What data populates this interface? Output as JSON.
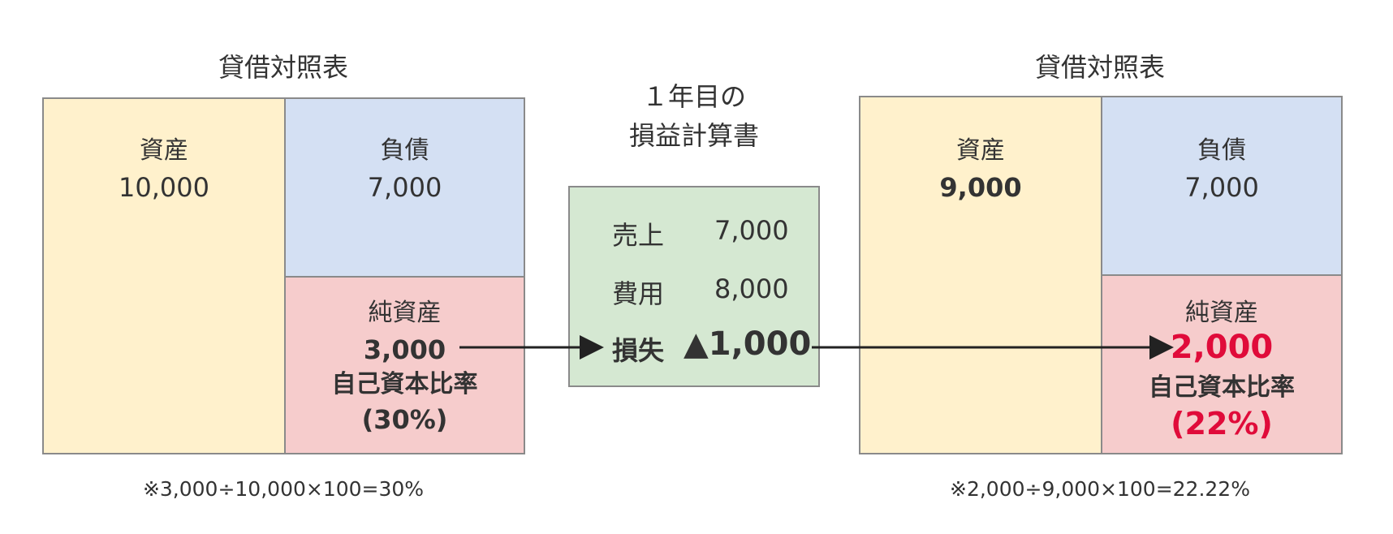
{
  "left_bs": {
    "title": "貸借対照表",
    "assets": {
      "label": "資産",
      "value": "10,000"
    },
    "liabilities": {
      "label": "負債",
      "value": "7,000"
    },
    "net_assets": {
      "label": "純資産",
      "value": "3,000",
      "ratio_label": "自己資本比率",
      "ratio_value": "(30%)"
    },
    "note": "※3,000÷10,000×100=30%"
  },
  "income_statement": {
    "title_line1": "１年目の",
    "title_line2": "損益計算書",
    "rows": [
      {
        "label": "売上",
        "value": "7,000"
      },
      {
        "label": "費用",
        "value": "8,000"
      },
      {
        "label": "損失",
        "value": "▲1,000"
      }
    ]
  },
  "right_bs": {
    "title": "貸借対照表",
    "assets": {
      "label": "資産",
      "value": "9,000"
    },
    "liabilities": {
      "label": "負債",
      "value": "7,000"
    },
    "net_assets": {
      "label": "純資産",
      "value": "2,000",
      "ratio_label": "自己資本比率",
      "ratio_value": "(22%)"
    },
    "note": "※2,000÷9,000×100=22.22%"
  },
  "colors": {
    "assets_fill": "#fff1cc",
    "liabilities_fill": "#d4e0f3",
    "net_assets_fill": "#f6cccc",
    "income_fill": "#d5e8d2",
    "highlight_red": "#e00b3a",
    "arrow": "#222222"
  }
}
